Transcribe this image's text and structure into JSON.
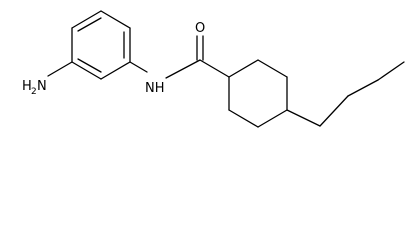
{
  "molecule": {
    "labels": {
      "oxygen": "O",
      "nitrogen_h": "NH",
      "amine_h": "H",
      "amine_sub": "2",
      "amine_n": "N"
    }
  }
}
